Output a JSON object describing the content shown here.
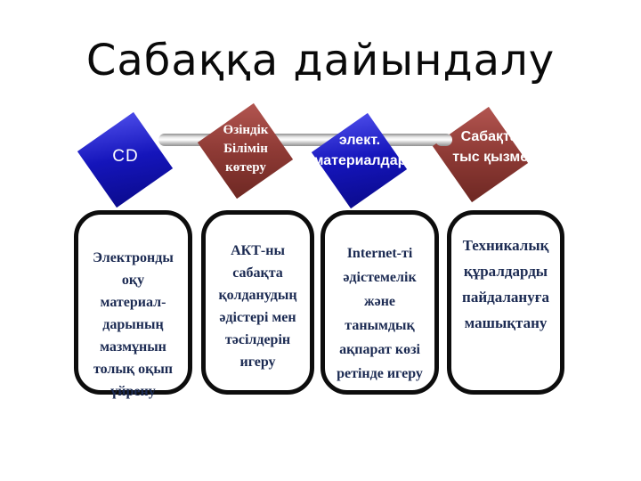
{
  "slide": {
    "title": "Сабаққа дайындалу",
    "background_color": "#ffffff",
    "title_color": "#0a0a0a"
  },
  "flow": {
    "connector": {
      "shape": "cylinder-bar",
      "color_light": "#ffffff",
      "color_dark": "#8f8f8f"
    },
    "items": [
      {
        "label": "CD",
        "shape": "diamond",
        "color": "#1515bb",
        "text_color": "#ffffff"
      },
      {
        "label": "Өзіндік\nБілімін\nкөтеру",
        "shape": "diamond",
        "color": "#8e3a35",
        "text_color": "#ffffff"
      },
      {
        "label": "элект.\nматериалдар",
        "shape": "diamond",
        "color": "#1515bb",
        "text_color": "#ffffff"
      },
      {
        "label": "Сабақтан\nтыс қызмет",
        "shape": "diamond",
        "color": "#8e3a35",
        "text_color": "#ffffff"
      }
    ]
  },
  "cards": {
    "border_color": "#0d0d0d",
    "text_color": "#1b2a52",
    "items": [
      {
        "text": "Электронды\nоқу\nматериал-\nдарының\nмазмұнын\nтолық оқып\nүйрену"
      },
      {
        "text": "АКТ-ны\nсабақта\nқолданудың\nәдістері мен\nтәсілдерін\nигеру"
      },
      {
        "text": "Internet-ті\nәдістемелік\nжәне\nтанымдық\nақпарат көзі\nретінде игеру"
      },
      {
        "text": "Техникалық\nқұралдарды\nпайдалануға\nмашықтану"
      }
    ]
  }
}
